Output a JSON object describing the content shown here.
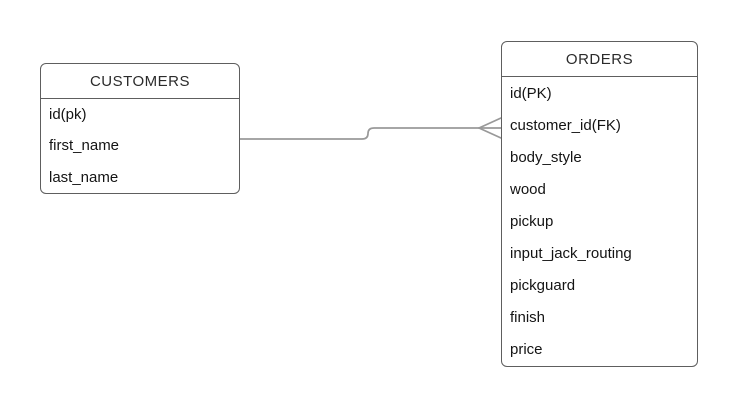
{
  "diagram": {
    "title": "",
    "entities": [
      {
        "name": "CUSTOMERS",
        "fields": [
          "id(pk)",
          "first_name",
          "last_name"
        ]
      },
      {
        "name": "ORDERS",
        "fields": [
          "id(PK)",
          "customer_id(FK)",
          "body_style",
          "wood",
          "pickup",
          "input_jack_routing",
          "pickguard",
          "finish",
          "price"
        ]
      }
    ],
    "relationship": {
      "from_entity": "CUSTOMERS",
      "to_entity": "ORDERS",
      "type": "one-to-many",
      "to_end_notation": "crow-foot-many",
      "from_end_notation": "plain"
    },
    "colors": {
      "background": "#ffffff",
      "entity_border": "#5e5e5e",
      "connector": "#999999",
      "text": "#141414"
    }
  }
}
